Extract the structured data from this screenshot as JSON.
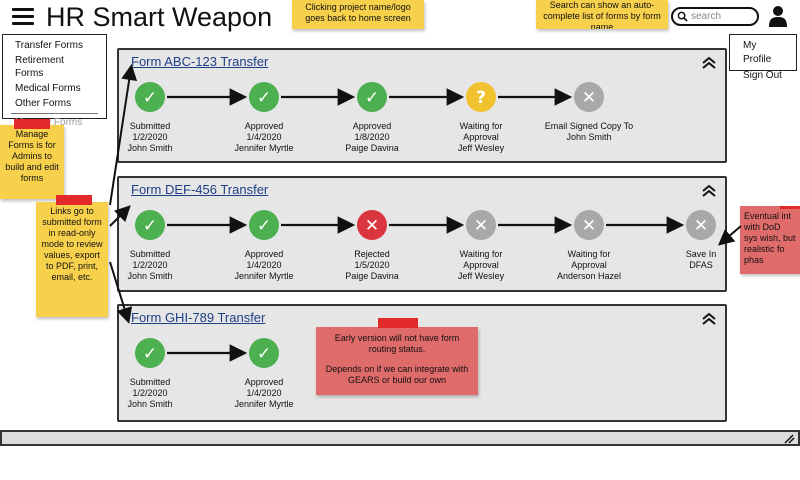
{
  "header": {
    "app_title": "HR Smart Weapon",
    "search_placeholder": "search"
  },
  "forms_menu": {
    "items": [
      "Transfer Forms",
      "Retirement Forms",
      "Medical Forms",
      "Other Forms"
    ],
    "manage": "Manage Forms"
  },
  "profile_menu": {
    "items": [
      "My Profile",
      "Sign Out"
    ]
  },
  "status_icons": {
    "approved": {
      "icon": "check-icon",
      "color": "#4caf50",
      "glyph": "✓"
    },
    "pending": {
      "icon": "question-icon",
      "color": "#f2c12e",
      "glyph": "?"
    },
    "rejected": {
      "icon": "x-icon",
      "color": "#d9363e",
      "glyph": "✕"
    },
    "inactive": {
      "icon": "x-icon",
      "color": "#a8a8a8",
      "glyph": "✕"
    }
  },
  "forms": [
    {
      "title": "Form ABC-123 Transfer",
      "steps": [
        {
          "status": "approved",
          "lines": [
            "Submitted",
            "1/2/2020",
            "John Smith"
          ]
        },
        {
          "status": "approved",
          "lines": [
            "Approved",
            "1/4/2020",
            "Jennifer Myrtle"
          ]
        },
        {
          "status": "approved",
          "lines": [
            "Approved",
            "1/8/2020",
            "Paige Davina"
          ]
        },
        {
          "status": "pending",
          "lines": [
            "Waiting for",
            "Approval",
            "Jeff Wesley"
          ]
        },
        {
          "status": "inactive",
          "lines": [
            "Email Signed Copy To",
            "John Smith"
          ]
        }
      ]
    },
    {
      "title": "Form DEF-456 Transfer",
      "steps": [
        {
          "status": "approved",
          "lines": [
            "Submitted",
            "1/2/2020",
            "John Smith"
          ]
        },
        {
          "status": "approved",
          "lines": [
            "Approved",
            "1/4/2020",
            "Jennifer Myrtle"
          ]
        },
        {
          "status": "rejected",
          "lines": [
            "Rejected",
            "1/5/2020",
            "Paige Davina"
          ]
        },
        {
          "status": "inactive",
          "lines": [
            "Waiting for",
            "Approval",
            "Jeff Wesley"
          ]
        },
        {
          "status": "inactive",
          "lines": [
            "Waiting for",
            "Approval",
            "Anderson Hazel"
          ]
        },
        {
          "status": "inactive",
          "lines": [
            "Save In",
            "DFAS"
          ]
        }
      ]
    },
    {
      "title": "Form GHI-789 Transfer",
      "steps": [
        {
          "status": "approved",
          "lines": [
            "Submitted",
            "1/2/2020",
            "John Smith"
          ]
        },
        {
          "status": "approved",
          "lines": [
            "Approved",
            "1/4/2020",
            "Jennifer Myrtle"
          ]
        }
      ]
    }
  ],
  "notes": {
    "logo": "Clicking project name/logo goes back to home screen",
    "search": "Search can show an auto-complete list of forms by form name",
    "manage": "Manage Forms is for Admins to build and edit forms",
    "links": "Links go to submitted form in read-only mode to review values, export to PDF, print, email, etc.",
    "early_1": "Early version will not have form routing status.",
    "early_2": "Depends on if we can integrate with GEARS or build our own",
    "eventual": "Eventual int with DoD sys wish, but realistic fo phas"
  }
}
